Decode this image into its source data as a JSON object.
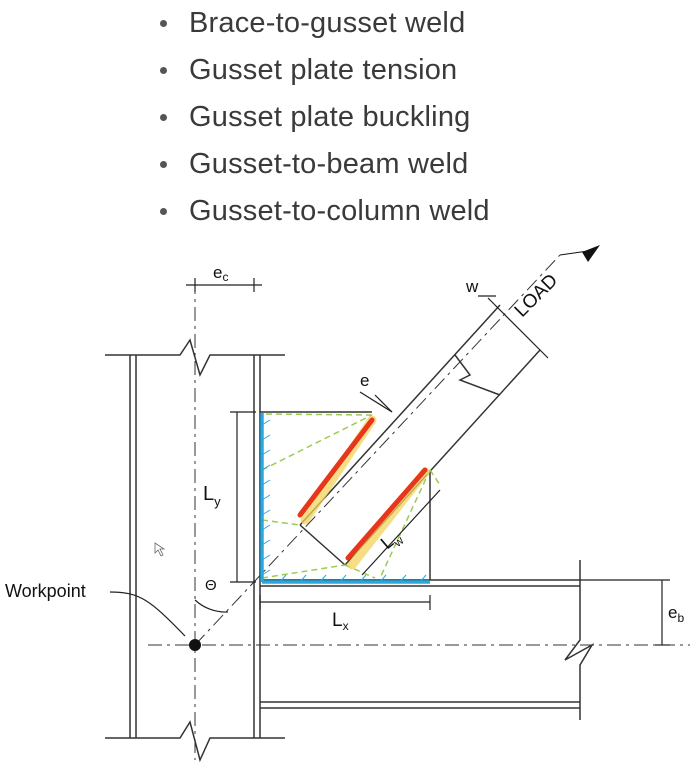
{
  "bullets": [
    "Brace-to-gusset weld",
    "Gusset plate tension",
    "Gusset plate buckling",
    "Gusset-to-beam weld",
    "Gusset-to-column weld"
  ],
  "labels": {
    "ec": "e",
    "ec_sub": "c",
    "w": "w",
    "load": "LOAD",
    "e": "e",
    "ly": "L",
    "ly_sub": "y",
    "lw": "L",
    "lw_sub": "w",
    "lx": "L",
    "lx_sub": "x",
    "eb": "e",
    "eb_sub": "b",
    "theta": "Θ",
    "workpoint": "Workpoint"
  },
  "colors": {
    "line": "#333333",
    "brace_weld": "#e8361c",
    "gusset_weld": "#29a8e0",
    "stress_path": "#9bcc52",
    "highlight": "#f3d35c"
  }
}
